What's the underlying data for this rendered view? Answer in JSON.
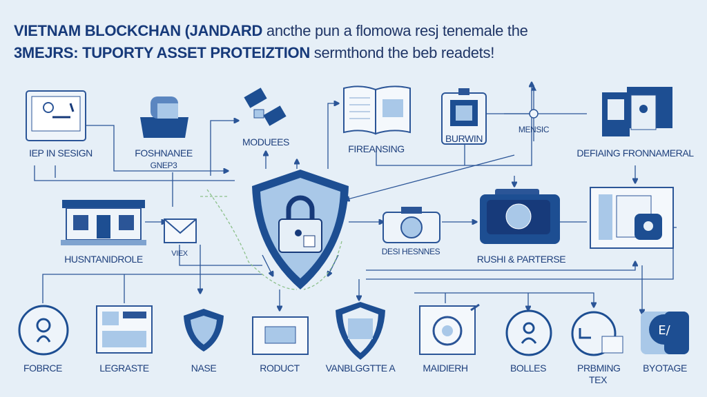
{
  "title": {
    "line1_bold": "VIETNAM BLOCKCHAN (JANDARD",
    "line1_rest": "ancthe pun a flomowa resj tenemale the",
    "line2_bold": "3MEJRS: TUPORTY ASSET PROTEIZTION",
    "line2_rest": "sermthond the beb readets!"
  },
  "top_row": [
    {
      "label": "IEP IN SESIGN"
    },
    {
      "label": "FOSHNANEE",
      "sublabel": "GNEP3"
    },
    {
      "label": "MODUEES"
    },
    {
      "label": "FIREANSING"
    },
    {
      "label": "BURWIN"
    },
    {
      "label": "MENSIC"
    },
    {
      "label": "DEFIAING FRONNAMERAL"
    }
  ],
  "middle_row": [
    {
      "label": "HUSNTANIDROLE"
    },
    {
      "label": "VIEX"
    },
    {
      "label": "DESI HESNNES"
    },
    {
      "label": "RUSHI & PARTERSE"
    }
  ],
  "bottom_row": [
    {
      "label": "FOBRCE"
    },
    {
      "label": "LEGRASTE"
    },
    {
      "label": "NASE"
    },
    {
      "label": "RODUCT"
    },
    {
      "label": "VANBLGGTTE A"
    },
    {
      "label": "MAIDIERH"
    },
    {
      "label": "BOLLES"
    },
    {
      "label": "PRBMING TEX"
    },
    {
      "label": "BYOTAGE"
    }
  ],
  "colors": {
    "navy": "#1d3f7c",
    "dark": "#173a7a",
    "light": "#a9c8e8",
    "bg": "#e6eff7",
    "green": "#8cc08a"
  }
}
